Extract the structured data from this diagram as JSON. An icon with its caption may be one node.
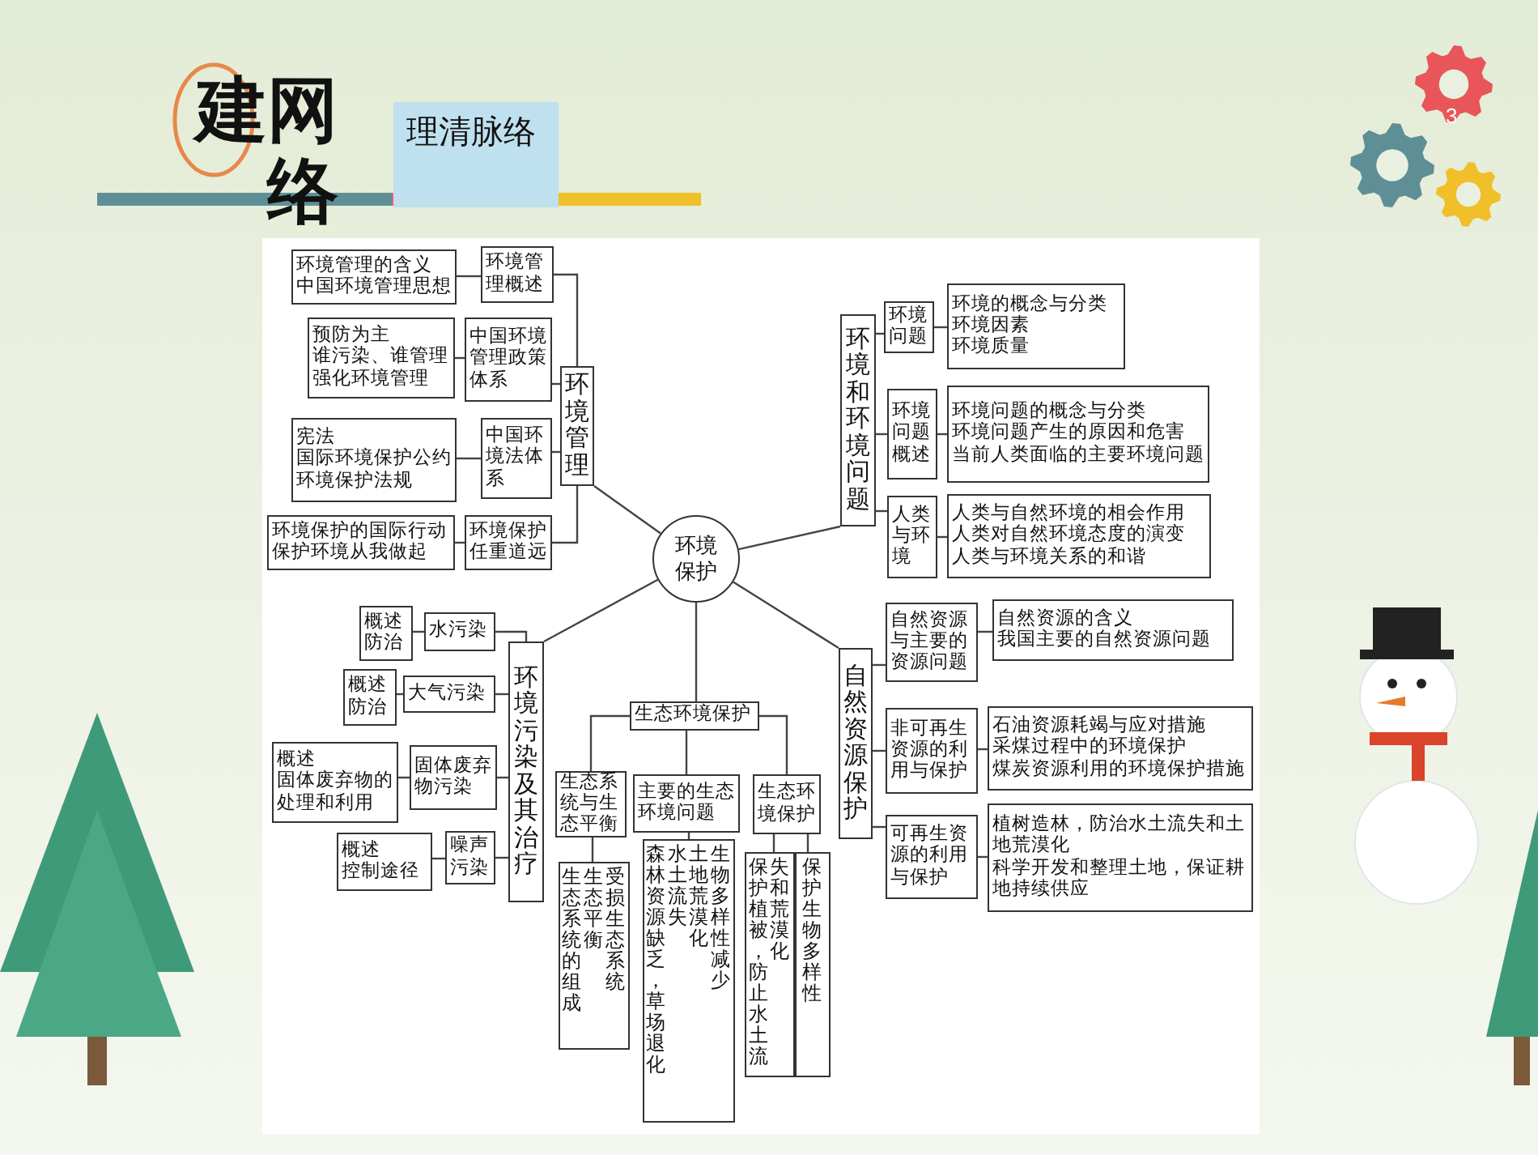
{
  "diagram": {
    "title": "建网络",
    "nodes": [
      {
        "text": [
          "环境保护"
        ]
      },
      {
        "text": [
          "环境管理"
        ]
      },
      {
        "text": [
          "环境管理概述"
        ]
      },
      {
        "text": [
          "环境管理的含义",
          "中国环境管理思想"
        ]
      },
      {
        "text": [
          "中国环境管理政策体系"
        ]
      },
      {
        "text": [
          "预防为主",
          "谁污染、谁管理",
          "强化环境管理"
        ]
      },
      {
        "text": [
          "中国环境法体系"
        ]
      },
      {
        "text": [
          "宪法",
          "国际环境保护公约",
          "环境保护法规"
        ]
      },
      {
        "text": [
          "环境保护任重道远"
        ]
      },
      {
        "text": [
          "环境保护的国际行动",
          "保护环境从我做起"
        ]
      },
      {
        "text": [
          "环境和环境问题"
        ]
      },
      {
        "text": [
          "环境问题"
        ]
      },
      {
        "text": [
          "环境的概念与分类",
          "环境因素",
          "环境质量"
        ]
      },
      {
        "text": [
          "环境问题概述"
        ]
      },
      {
        "text": [
          "环境问题的概念与分类",
          "环境问题产生的原因和危害",
          "当前人类面临的主要环境问题"
        ]
      },
      {
        "text": [
          "人类与环境"
        ]
      },
      {
        "text": [
          "人类与自然环境的相会作用",
          "人类对自然环境态度的演变",
          "人类与环境关系的和谐"
        ]
      },
      {
        "text": [
          "自然资源保护"
        ]
      },
      {
        "text": [
          "自然资源与主要的资源问题"
        ]
      },
      {
        "text": [
          "自然资源的含义",
          "我国主要的自然资源问题"
        ]
      },
      {
        "text": [
          "非可再生资源的利用与保护"
        ]
      },
      {
        "text": [
          "石油资源耗竭与应对措施",
          "采煤过程中的环境保护",
          "煤炭资源利用的环境保护措施"
        ]
      },
      {
        "text": [
          "可再生资源的利用与保护"
        ]
      },
      {
        "text": [
          "植树造林，防治水土流失和土地荒漠化",
          "科学开发和整理土地，保证耕地持续供应"
        ]
      },
      {
        "text": [
          "环境污染及其治疗"
        ]
      },
      {
        "text": [
          "水污染"
        ]
      },
      {
        "text": [
          "概述",
          "防治"
        ]
      },
      {
        "text": [
          "大气污染"
        ]
      },
      {
        "text": [
          "概述",
          "防治"
        ]
      },
      {
        "text": [
          "固体废弃物污染"
        ]
      },
      {
        "text": [
          "概述",
          "固体废弃物的处理和利用"
        ]
      },
      {
        "text": [
          "噪声污染"
        ]
      },
      {
        "text": [
          "概述",
          "控制途径"
        ]
      },
      {
        "text": [
          "生态环境保护"
        ]
      },
      {
        "text": [
          "生态系统与生态平衡"
        ]
      },
      {
        "text": [
          "主要的生态环境问题"
        ]
      },
      {
        "text": [
          "生态环境保护"
        ]
      },
      {
        "text": [
          "生态系统的组成",
          "生态平衡",
          "受损生态系统"
        ]
      },
      {
        "text": [
          "森林资源缺乏，草场退化",
          "水土流失",
          "土地荒漠化",
          "生物多样性减少"
        ]
      },
      {
        "text": [
          "保护植被，防止水土流失和荒漠化"
        ]
      },
      {
        "text": [
          "保护生物多样性"
        ]
      }
    ],
    "edges": [
      {
        "from": 0,
        "to": 1,
        "arrow": "none"
      },
      {
        "from": 1,
        "to": 2,
        "arrow": "none"
      },
      {
        "from": 2,
        "to": 3,
        "arrow": "none"
      },
      {
        "from": 1,
        "to": 4,
        "arrow": "none"
      },
      {
        "from": 4,
        "to": 5,
        "arrow": "none"
      },
      {
        "from": 1,
        "to": 6,
        "arrow": "none"
      },
      {
        "from": 6,
        "to": 7,
        "arrow": "none"
      },
      {
        "from": 1,
        "to": 8,
        "arrow": "none"
      },
      {
        "from": 8,
        "to": 9,
        "arrow": "none"
      },
      {
        "from": 0,
        "to": 10,
        "arrow": "none"
      },
      {
        "from": 10,
        "to": 11,
        "arrow": "none"
      },
      {
        "from": 11,
        "to": 12,
        "arrow": "none"
      },
      {
        "from": 10,
        "to": 13,
        "arrow": "none"
      },
      {
        "from": 13,
        "to": 14,
        "arrow": "none"
      },
      {
        "from": 10,
        "to": 15,
        "arrow": "none"
      },
      {
        "from": 15,
        "to": 16,
        "arrow": "none"
      },
      {
        "from": 0,
        "to": 17,
        "arrow": "none"
      },
      {
        "from": 17,
        "to": 18,
        "arrow": "none"
      },
      {
        "from": 18,
        "to": 19,
        "arrow": "none"
      },
      {
        "from": 17,
        "to": 20,
        "arrow": "none"
      },
      {
        "from": 20,
        "to": 21,
        "arrow": "none"
      },
      {
        "from": 17,
        "to": 22,
        "arrow": "none"
      },
      {
        "from": 22,
        "to": 23,
        "arrow": "none"
      },
      {
        "from": 0,
        "to": 24,
        "arrow": "none"
      },
      {
        "from": 24,
        "to": 25,
        "arrow": "none"
      },
      {
        "from": 25,
        "to": 26,
        "arrow": "none"
      },
      {
        "from": 24,
        "to": 27,
        "arrow": "none"
      },
      {
        "from": 27,
        "to": 28,
        "arrow": "none"
      },
      {
        "from": 24,
        "to": 29,
        "arrow": "none"
      },
      {
        "from": 29,
        "to": 30,
        "arrow": "none"
      },
      {
        "from": 24,
        "to": 31,
        "arrow": "none"
      },
      {
        "from": 31,
        "to": 32,
        "arrow": "none"
      },
      {
        "from": 0,
        "to": 33,
        "arrow": "none"
      },
      {
        "from": 33,
        "to": 34,
        "arrow": "none"
      },
      {
        "from": 33,
        "to": 35,
        "arrow": "none"
      },
      {
        "from": 33,
        "to": 36,
        "arrow": "none"
      },
      {
        "from": 34,
        "to": 37,
        "arrow": "none"
      },
      {
        "from": 35,
        "to": 38,
        "arrow": "none"
      },
      {
        "from": 36,
        "to": 39,
        "arrow": "none"
      },
      {
        "from": 36,
        "to": 40,
        "arrow": "none"
      }
    ],
    "labels": [
      "理清脉络",
      "3"
    ]
  }
}
